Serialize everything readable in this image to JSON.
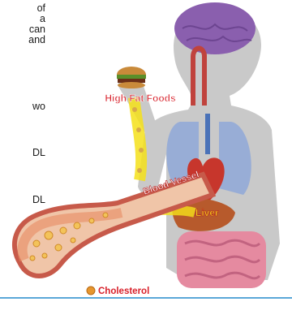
{
  "text_fragments": [
    "of",
    "a",
    "can",
    "and",
    "",
    "wo",
    "DL",
    "DL"
  ],
  "labels": {
    "high_fat_foods": "High Fat Foods",
    "blood_vessel": "Blood Vessel",
    "liver": "Liver",
    "cholesterol": "Cholesterol"
  },
  "colors": {
    "label_red": "#d8202a",
    "label_yellow": "#f5e11a",
    "silhouette": "#c9c9c9",
    "brain": "#8a5fae",
    "vessel": "#c75a4a"
  }
}
